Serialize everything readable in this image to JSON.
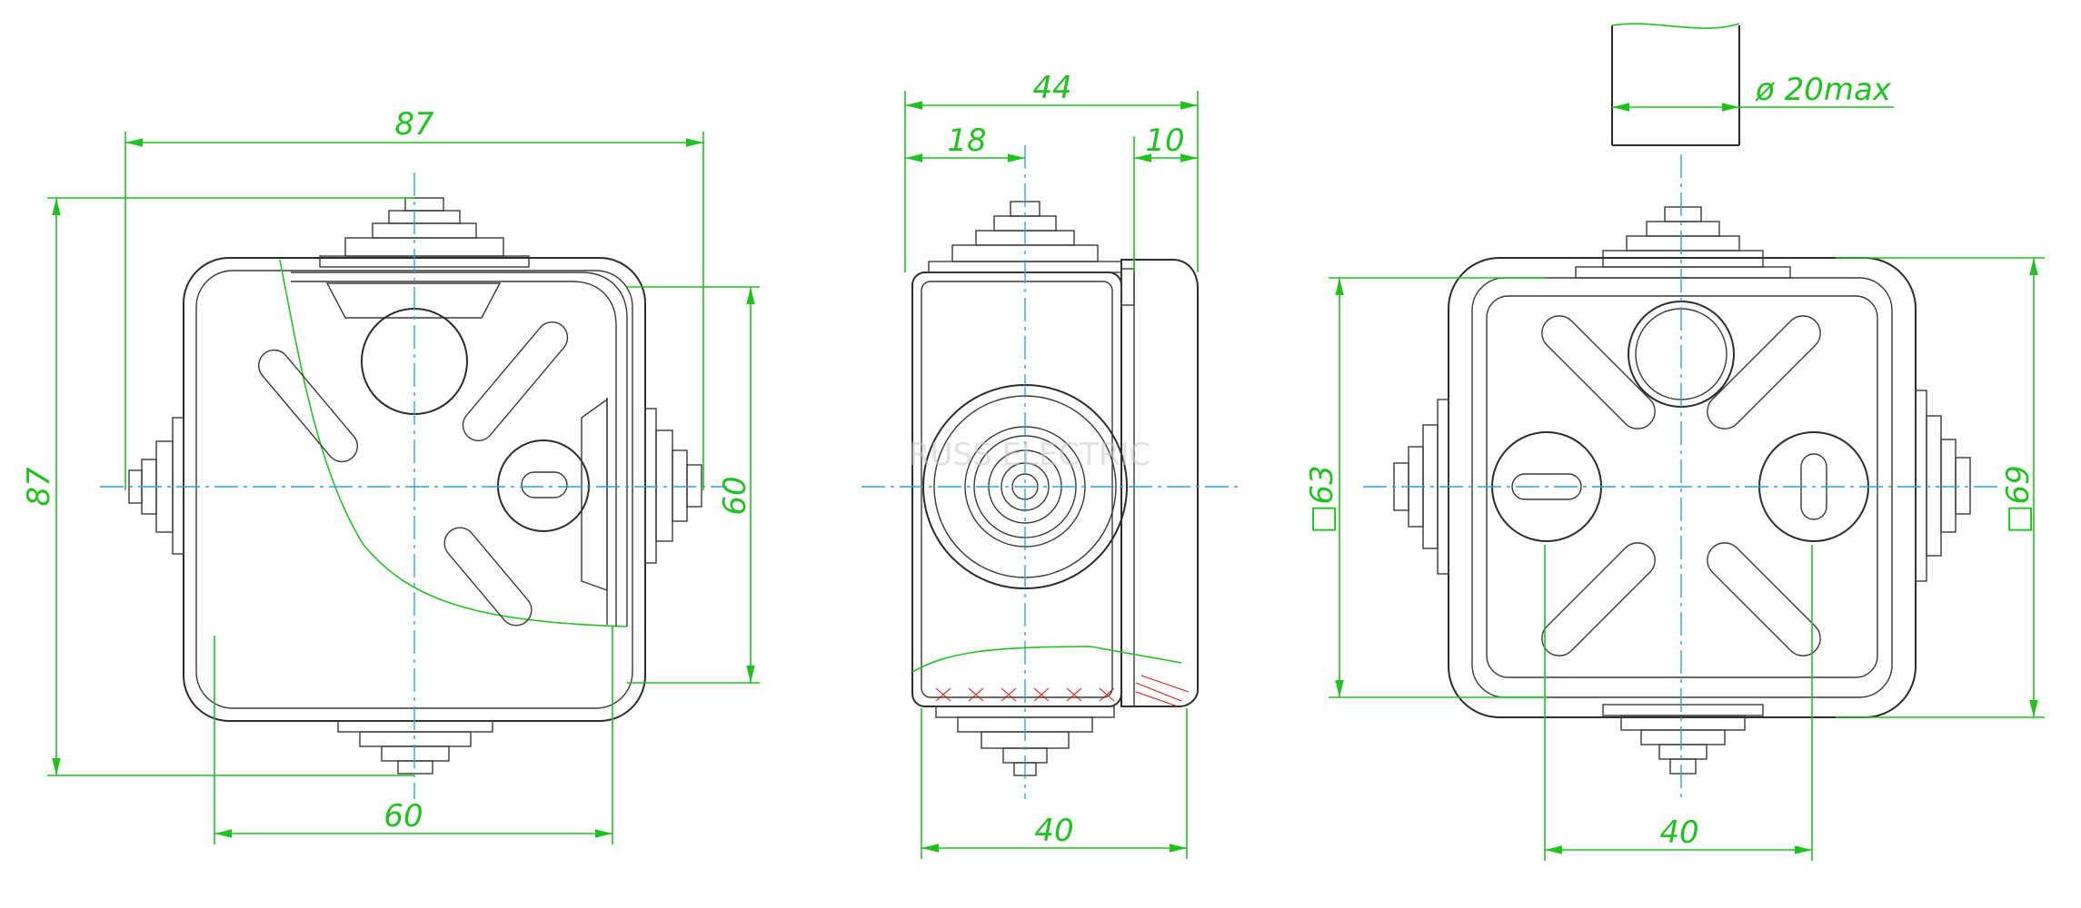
{
  "watermark": "RUSS ELECTRIC",
  "colors": {
    "dimension": "#1fc21f",
    "centerline": "#2aa6d6",
    "outline": "#2c2c2c",
    "hatch": "#d02020"
  },
  "views": {
    "front": {
      "dim_top_width": "87",
      "dim_left_height": "87",
      "dim_right_height": "60",
      "dim_bottom_width": "60"
    },
    "side": {
      "dim_total_depth": "44",
      "dim_left_offset": "18",
      "dim_right_offset": "10",
      "dim_bottom_width": "40"
    },
    "back": {
      "dim_cable_max": "ø 20max",
      "dim_left_square": "□63",
      "dim_right_square": "□69",
      "dim_bottom_width": "40"
    }
  }
}
